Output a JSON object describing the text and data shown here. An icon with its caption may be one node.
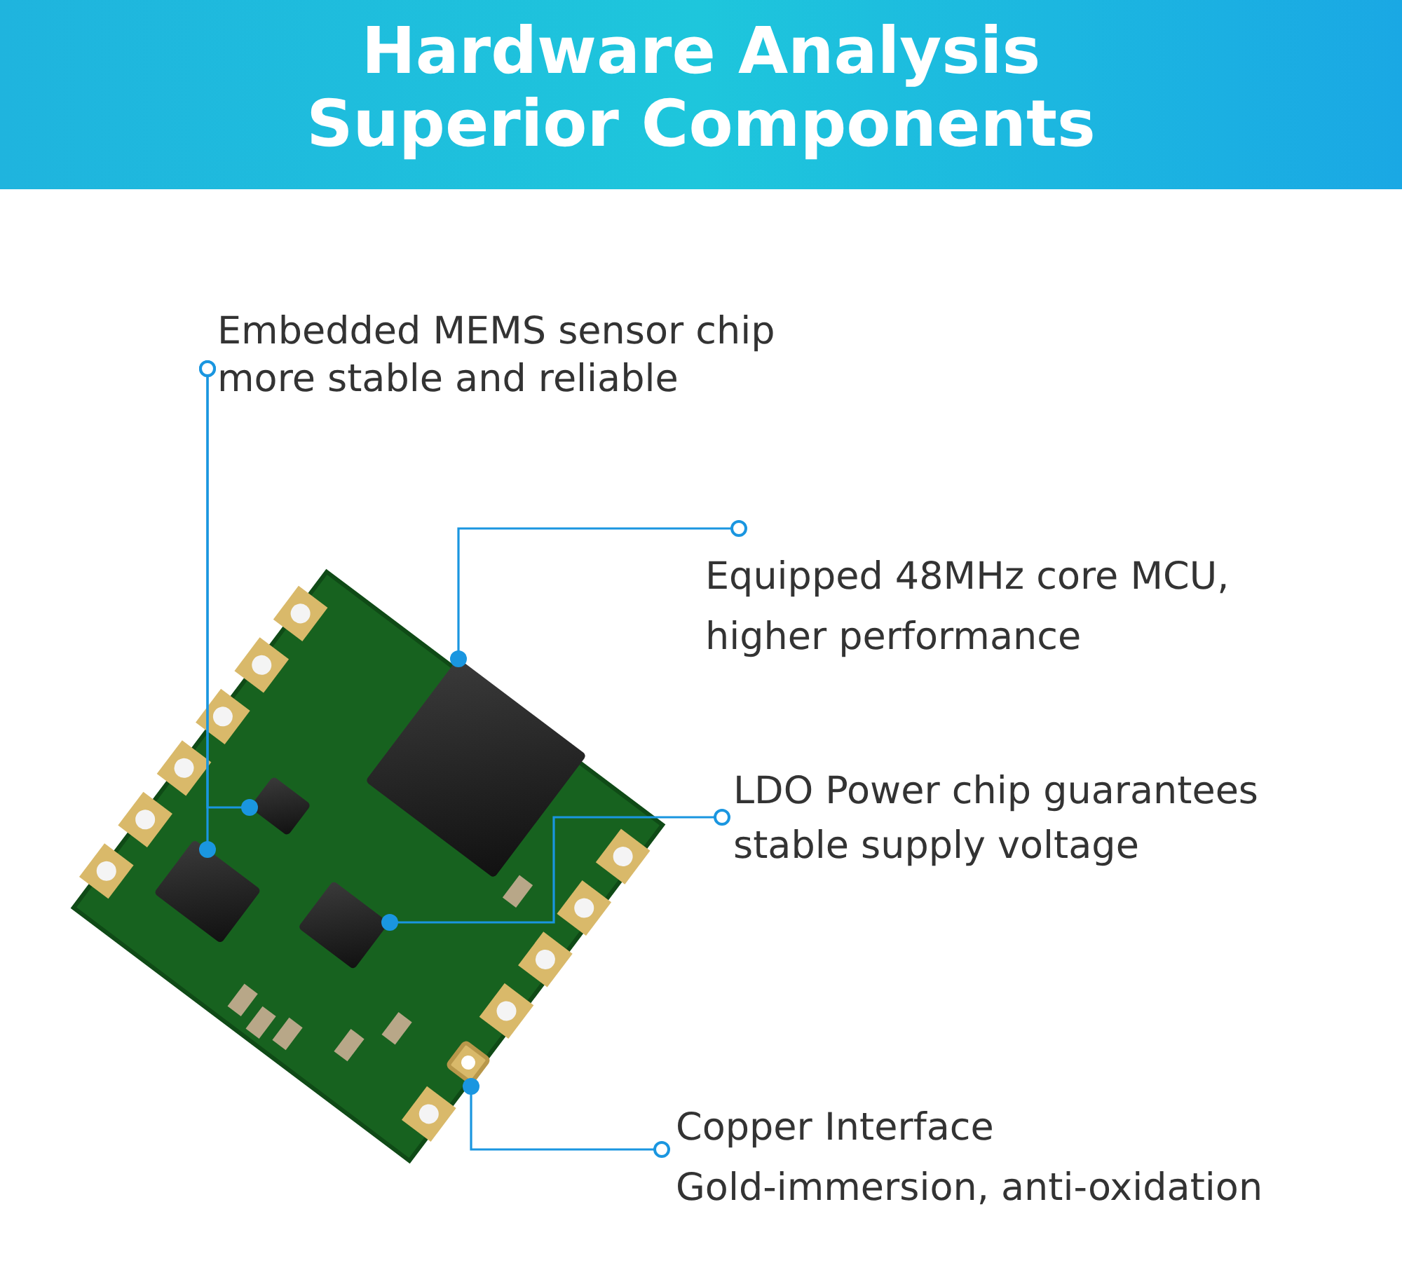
{
  "diagram": {
    "title": "Hardware Analysis Superior Components",
    "nodes": [
      {
        "text": [
          "Embedded MEMS sensor chip more stable and reliable"
        ]
      },
      {
        "text": [
          "Equipped 48MHz core MCU, higher performance"
        ]
      },
      {
        "text": [
          "LDO Power chip guarantees stable supply voltage"
        ]
      },
      {
        "text": [
          "Copper Interface",
          "Gold-immersion, anti-oxidation"
        ]
      },
      {
        "text": [],
        "shape": "picture"
      },
      {
        "text": [],
        "shape": "box",
        "in": 4
      },
      {
        "text": [],
        "shape": "box",
        "in": 4
      },
      {
        "text": [],
        "shape": "box",
        "in": 4
      },
      {
        "text": [],
        "shape": "box",
        "in": 4
      },
      {
        "text": [],
        "shape": "box",
        "in": 4
      }
    ],
    "edges": [
      {
        "from": 0,
        "to": 5,
        "arrow": "other"
      },
      {
        "from": 0,
        "to": 6,
        "arrow": "other"
      },
      {
        "from": 1,
        "to": 7,
        "arrow": "other"
      },
      {
        "from": 2,
        "to": 8,
        "arrow": "other"
      },
      {
        "from": 3,
        "to": 9,
        "arrow": "other"
      }
    ]
  }
}
